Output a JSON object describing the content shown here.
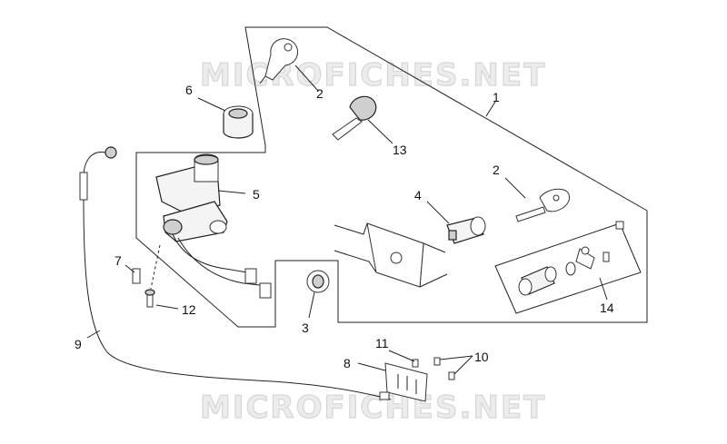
{
  "watermarks": [
    "MICROFICHES.NET",
    "MICROFICHES.NET"
  ],
  "callouts": {
    "c1": "1",
    "c2a": "2",
    "c2b": "2",
    "c3": "3",
    "c4": "4",
    "c5": "5",
    "c6": "6",
    "c7": "7",
    "c8": "8",
    "c9": "9",
    "c10": "10",
    "c11": "11",
    "c12": "12",
    "c13": "13",
    "c14": "14"
  }
}
